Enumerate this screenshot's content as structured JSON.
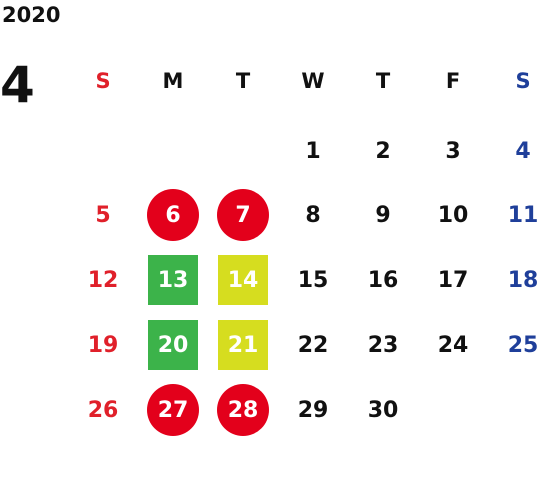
{
  "year": "2020",
  "month": "4",
  "colors": {
    "sunday": "#e0202a",
    "saturday": "#1f3f9a",
    "weekday": "#111111",
    "circle": "#e3001b",
    "green": "#3cb34a",
    "yellow": "#d6dd1f"
  },
  "weekdays": [
    {
      "label": "S",
      "type": "sun"
    },
    {
      "label": "M",
      "type": "wk"
    },
    {
      "label": "T",
      "type": "wk"
    },
    {
      "label": "W",
      "type": "wk"
    },
    {
      "label": "T",
      "type": "wk"
    },
    {
      "label": "F",
      "type": "wk"
    },
    {
      "label": "S",
      "type": "sat"
    }
  ],
  "weeks": [
    [
      null,
      null,
      null,
      {
        "d": "1"
      },
      {
        "d": "2"
      },
      {
        "d": "3"
      },
      {
        "d": "4"
      }
    ],
    [
      {
        "d": "5"
      },
      {
        "d": "6",
        "hl": "circle"
      },
      {
        "d": "7",
        "hl": "circle"
      },
      {
        "d": "8"
      },
      {
        "d": "9"
      },
      {
        "d": "10"
      },
      {
        "d": "11"
      }
    ],
    [
      {
        "d": "12"
      },
      {
        "d": "13",
        "hl": "green"
      },
      {
        "d": "14",
        "hl": "yellow"
      },
      {
        "d": "15"
      },
      {
        "d": "16"
      },
      {
        "d": "17"
      },
      {
        "d": "18"
      }
    ],
    [
      {
        "d": "19"
      },
      {
        "d": "20",
        "hl": "green"
      },
      {
        "d": "21",
        "hl": "yellow"
      },
      {
        "d": "22"
      },
      {
        "d": "23"
      },
      {
        "d": "24"
      },
      {
        "d": "25"
      }
    ],
    [
      {
        "d": "26"
      },
      {
        "d": "27",
        "hl": "circle"
      },
      {
        "d": "28",
        "hl": "circle"
      },
      {
        "d": "29"
      },
      {
        "d": "30"
      },
      null,
      null
    ]
  ]
}
